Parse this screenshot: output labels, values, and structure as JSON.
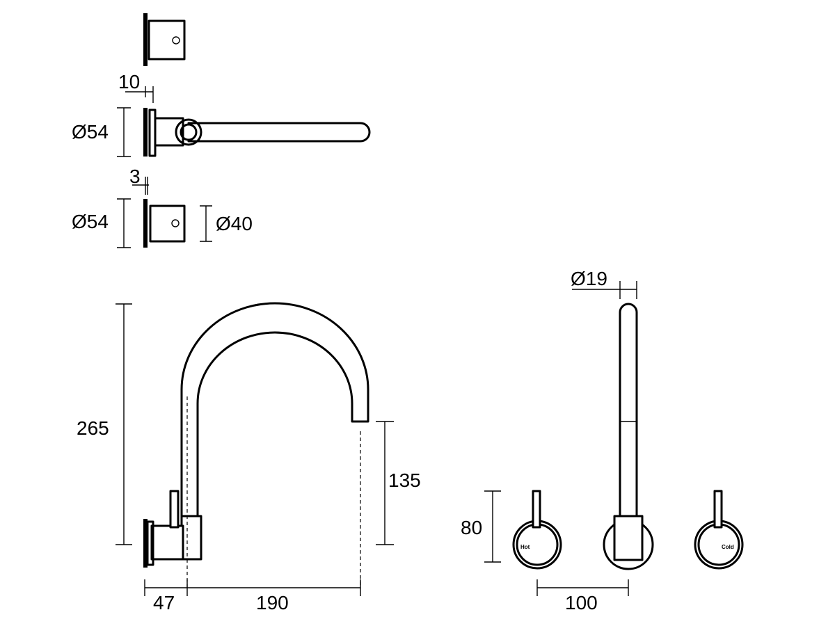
{
  "dimensions": {
    "cover_thickness": "10",
    "flange_diameter_top": "Ø54",
    "flange_thickness": "3",
    "flange_diameter_bottom": "Ø54",
    "handle_diameter": "Ø40",
    "spout_height": "265",
    "outlet_height": "135",
    "body_depth": "47",
    "spout_reach": "190",
    "spout_diameter": "Ø19",
    "handle_height": "80",
    "handle_spacing": "100"
  },
  "handle_labels": {
    "hot": "Hot",
    "cold": "Cold"
  }
}
